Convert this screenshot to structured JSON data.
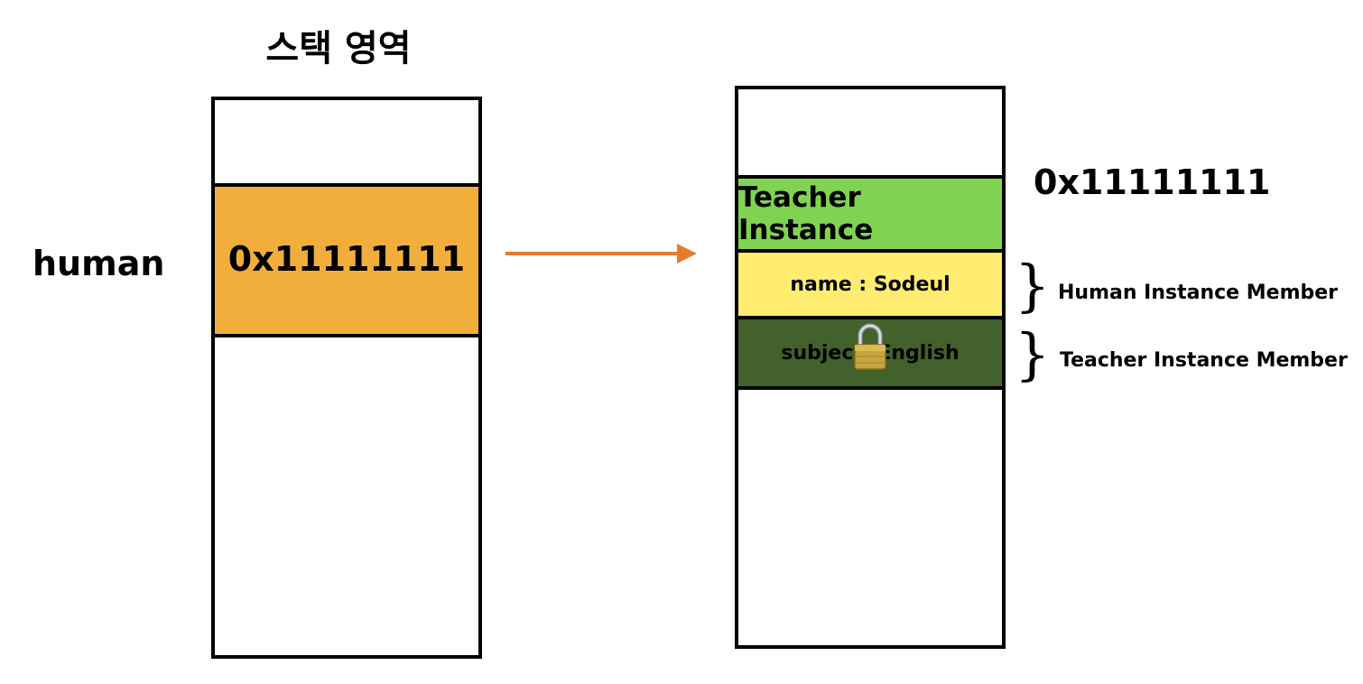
{
  "stack": {
    "title": "스택 영역",
    "variable_name": "human",
    "cell_value": "0x11111111"
  },
  "heap": {
    "address": "0x11111111",
    "instance_label": "Teacher Instance",
    "human_member": "name : Sodeul",
    "teacher_member": "subject: English"
  },
  "labels": {
    "human_members": "Human Instance Member",
    "teacher_members": "Teacher Instance Member"
  },
  "colors": {
    "stack_cell": "#f2ae3d",
    "instance_row": "#80d350",
    "human_row": "#ffec70",
    "teacher_row": "#43612a",
    "arrow": "#e57c2f"
  },
  "icons": {
    "lock": "padlock-icon"
  }
}
